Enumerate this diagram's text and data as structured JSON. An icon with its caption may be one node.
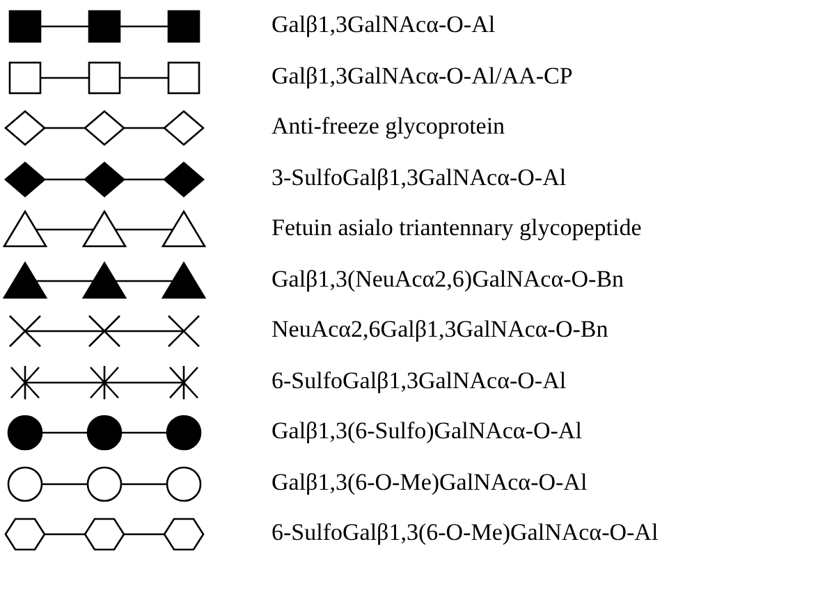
{
  "diagram": {
    "legend": [
      {
        "text": "Galβ1,3GalNAcα-O-Al"
      },
      {
        "text": "Galβ1,3GalNAcα-O-Al/AA-CP"
      },
      {
        "text": "Anti-freeze glycoprotein"
      },
      {
        "text": "3-SulfoGalβ1,3GalNAcα-O-Al"
      },
      {
        "text": "Fetuin asialo triantennary glycopeptide"
      },
      {
        "text": "Galβ1,3(NeuAcα2,6)GalNAcα-O-Bn"
      },
      {
        "text": "NeuAcα2,6Galβ1,3GalNAcα-O-Bn"
      },
      {
        "text": "6-SulfoGalβ1,3GalNAcα-O-Al"
      },
      {
        "text": "Galβ1,3(6-Sulfo)GalNAcα-O-Al"
      },
      {
        "text": "Galβ1,3(6-O-Me)GalNAcα-O-Al"
      },
      {
        "text": "6-SulfoGalβ1,3(6-O-Me)GalNAcα-O-Al"
      }
    ]
  }
}
